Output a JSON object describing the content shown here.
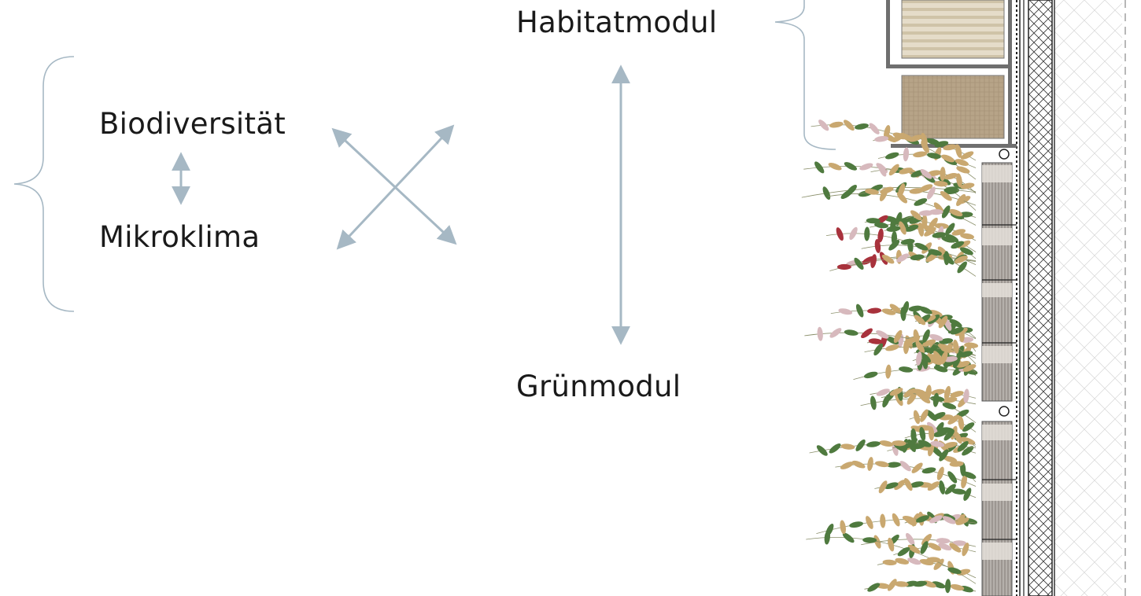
{
  "labels": {
    "biodiversity": "Biodiversität",
    "microclimate": "Mikroklima",
    "habitat_module": "Habitatmodul",
    "green_module": "Grünmodul"
  },
  "colors": {
    "arrow": "#a6b8c4",
    "text": "#1a1a1a",
    "leaf_green": "#4f7a3f",
    "leaf_tan": "#c9a870",
    "leaf_red": "#a8323c",
    "habitat_fill": "#b9a78a"
  }
}
